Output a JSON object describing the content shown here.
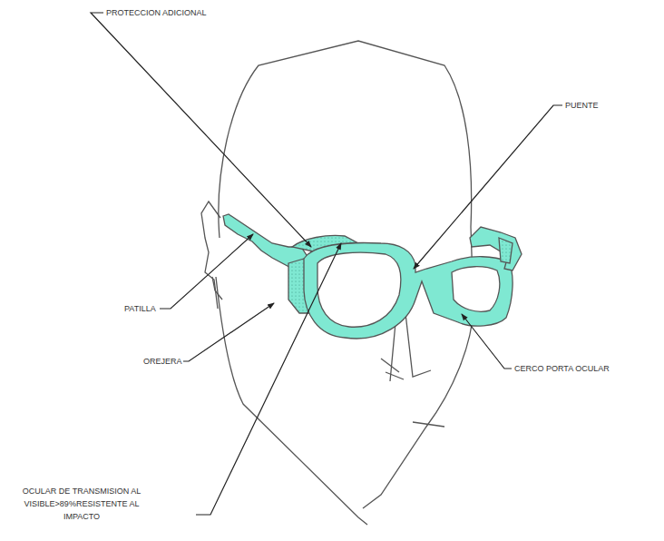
{
  "diagram": {
    "labels": [
      "PROTECCION ADICIONAL",
      "PUENTE",
      "PATILLA",
      "OREJERA",
      "CERCO PORTA OCULAR",
      "OCULAR DE TRANSMISION AL VISIBLE>89%RESISTENTE AL IMPACTO"
    ]
  }
}
